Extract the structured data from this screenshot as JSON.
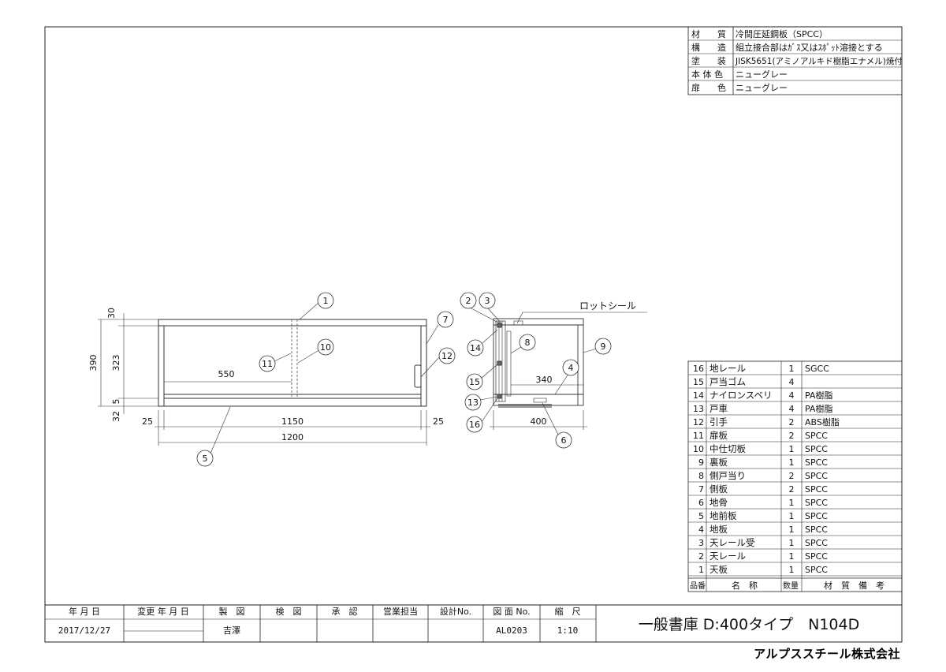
{
  "spec_table": [
    {
      "key": "材　　質",
      "value": "冷間圧延鋼板（SPCC）"
    },
    {
      "key": "構　　造",
      "value": "組立接合部はｶﾞｽ又はｽﾎﾟｯﾄ溶接とする"
    },
    {
      "key": "塗　　装",
      "value": "JISK5651(アミノアルキド樹脂エナメル)焼付"
    },
    {
      "key": "本 体 色",
      "value": "ニューグレー"
    },
    {
      "key": "扉　　色",
      "value": "ニューグレー"
    }
  ],
  "parts": [
    {
      "no": "16",
      "name": "地レール",
      "qty": "1",
      "material": "SGCC"
    },
    {
      "no": "15",
      "name": "戸当ゴム",
      "qty": "4",
      "material": ""
    },
    {
      "no": "14",
      "name": "ナイロンスベリ",
      "qty": "4",
      "material": "PA樹脂"
    },
    {
      "no": "13",
      "name": "戸車",
      "qty": "4",
      "material": "PA樹脂"
    },
    {
      "no": "12",
      "name": "引手",
      "qty": "2",
      "material": "ABS樹脂"
    },
    {
      "no": "11",
      "name": "扉板",
      "qty": "2",
      "material": "SPCC"
    },
    {
      "no": "10",
      "name": "中仕切板",
      "qty": "1",
      "material": "SPCC"
    },
    {
      "no": "9",
      "name": "裏板",
      "qty": "1",
      "material": "SPCC"
    },
    {
      "no": "8",
      "name": "側戸当り",
      "qty": "2",
      "material": "SPCC"
    },
    {
      "no": "7",
      "name": "側板",
      "qty": "2",
      "material": "SPCC"
    },
    {
      "no": "6",
      "name": "地骨",
      "qty": "1",
      "material": "SPCC"
    },
    {
      "no": "5",
      "name": "地前板",
      "qty": "1",
      "material": "SPCC"
    },
    {
      "no": "4",
      "name": "地板",
      "qty": "1",
      "material": "SPCC"
    },
    {
      "no": "3",
      "name": "天レール受",
      "qty": "1",
      "material": "SPCC"
    },
    {
      "no": "2",
      "name": "天レール",
      "qty": "1",
      "material": "SPCC"
    },
    {
      "no": "1",
      "name": "天板",
      "qty": "1",
      "material": "SPCC"
    }
  ],
  "parts_header": {
    "no": "品番",
    "name": "名　称",
    "qty": "数量",
    "material": "材　質　備　考"
  },
  "title_block": {
    "date_label": "年 月 日",
    "date_value": "2017/12/27",
    "change_label": "変更 年 月 日",
    "drawn_label": "製　図",
    "drawn_value": "吉澤",
    "checked_label": "検　図",
    "approved_label": "承　認",
    "sales_label": "営業担当",
    "design_label": "設計No.",
    "drawing_no_label": "図 面 No.",
    "drawing_no_value": "AL0203",
    "scale_label": "縮　尺",
    "scale_value": "1:10",
    "title": "一般書庫 D:400タイプ　N104D"
  },
  "logo_text": "アルプススチール株式会社",
  "front_view": {
    "dims": {
      "d30": "30",
      "d390": "390",
      "d323": "323",
      "d5": "5",
      "d32": "32",
      "d550": "550",
      "d25a": "25",
      "d1150": "1150",
      "d25b": "25",
      "d1200": "1200"
    },
    "balloons": [
      "1",
      "7",
      "10",
      "11",
      "12",
      "5"
    ]
  },
  "side_view": {
    "label": "ロットシール",
    "dims": {
      "d340": "340",
      "d400": "400"
    },
    "balloons": [
      "2",
      "3",
      "8",
      "9",
      "14",
      "15",
      "4",
      "13",
      "16",
      "6"
    ]
  }
}
